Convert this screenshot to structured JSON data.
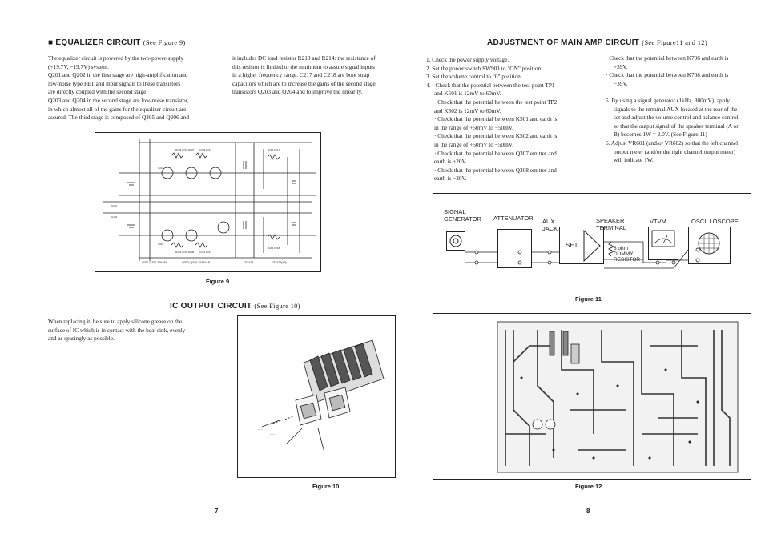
{
  "left_page": {
    "eq_heading": "■ EQUALIZER CIRCUIT",
    "eq_see": "(See Figure 9)",
    "eq_col1": [
      "The equalizer circuit is powered by the two-power-supply",
      "(+19.7V, −19.7V) system.",
      "Q201 and Q202 in the first stage are high-amplification and",
      "low-noise type FET and input signals to these transistors",
      "are directly coupled with the second stage.",
      "Q203 and Q204 in the second stage are low-noise transistor,",
      "in which almost all of the gains for the equalizer circuit are",
      "assured. The third stage is composed of Q205 and Q206 and"
    ],
    "eq_col2": [
      "it includes DC load resistor R213 and R214: the resistance of",
      "this resistor is limited to the minimum to assure signal inputs",
      "in a higher frequency range. C217 and C218 are boot strap",
      "capacitors which are to increase the gains of the second stage",
      "transistors Q203 and Q204 and to improve the linearity."
    ],
    "fig9_caption": "Figure 9",
    "fig9_footer": [
      "Q201,Q202  2SK68A",
      "Q203~Q206  2SA641B",
      "1S2473",
      "1S2473(X2)"
    ],
    "ic_heading": "IC OUTPUT CIRCUIT",
    "ic_see": "(See Figure 10)",
    "ic_text": [
      "When replacing it, be sure to apply silicone grease on the",
      "surface of IC which is in contact with the heat sink, evenly",
      "and as sparingly as possible."
    ],
    "fig10_caption": "Figure 10",
    "page_number": "7"
  },
  "right_page": {
    "adj_heading": "ADJUSTMENT OF MAIN AMP CIRCUIT",
    "adj_see": "(See Figure11 and 12)",
    "steps_col1": [
      {
        "text": "1. Check the power supply voltage.",
        "indent": false
      },
      {
        "text": "2. Set the power switch SW901 to \"ON\" position.",
        "indent": false
      },
      {
        "text": "3. Set the volume control to \"0\" position.",
        "indent": false
      },
      {
        "text": "4. · Check that the potential between the test point TP1",
        "indent": false
      },
      {
        "text": "and K501 is 12mV to 60mV.",
        "indent": true
      },
      {
        "text": "· Check that the potential between the test point TP2",
        "indent": true
      },
      {
        "text": "and K502 is 12mV to 60mV.",
        "indent": true
      },
      {
        "text": "· Check that the potential between K501 and earth is",
        "indent": true
      },
      {
        "text": "in the range of +50mV to −50mV.",
        "indent": true
      },
      {
        "text": "· Check that the potential between K502 and earth is",
        "indent": true
      },
      {
        "text": "in the range of +50mV to −50mV.",
        "indent": true
      },
      {
        "text": "· Check that the potential between Q307 emitter and",
        "indent": true
      },
      {
        "text": "earth is +20V.",
        "indent": true
      },
      {
        "text": "· Check that the potential between Q308 emitter and",
        "indent": true
      },
      {
        "text": "earth is −20V.",
        "indent": true
      }
    ],
    "steps_col2": [
      {
        "text": "· Check that the potential between K706 and earth is",
        "indent": false
      },
      {
        "text": "+39V.",
        "indent": true
      },
      {
        "text": "· Check that the potential between K708 and earth is",
        "indent": false
      },
      {
        "text": "−39V.",
        "indent": true
      },
      {
        "text": "",
        "indent": false
      },
      {
        "text": "5. By using a signal generator (1kHz, 300mV), apply",
        "indent": false
      },
      {
        "text": "signals to the terminal AUX located at the rear of the",
        "indent": true
      },
      {
        "text": "set and adjust the volume control and balance control",
        "indent": true
      },
      {
        "text": "so that the output signal of the speaker terminal (A or",
        "indent": true
      },
      {
        "text": "B) becomes 1W = 2.0V. (See Figure 11)",
        "indent": true
      },
      {
        "text": "6. Adjust VR601 (and/or VR602) so that the left channel",
        "indent": false
      },
      {
        "text": "output meter (and/or the right channel output meter)",
        "indent": true
      },
      {
        "text": "will indicate 1W.",
        "indent": true
      }
    ],
    "fig11": {
      "signal_generator": [
        "SIGNAL",
        "GENERATOR"
      ],
      "attenuator": "ATTENUATOR",
      "aux_jack": [
        "AUX",
        "JACK"
      ],
      "set": "SET",
      "speaker_terminal": [
        "SPEAKER",
        "TERMINAL"
      ],
      "dummy_resistor": [
        "8 ohm",
        "DUMMY",
        "RESISTOR"
      ],
      "vtvm": "VTVM",
      "oscilloscope": "OSCILLOSCOPE"
    },
    "fig11_caption": "Figure 11",
    "fig12_caption": "Figure 12",
    "page_number": "8"
  }
}
